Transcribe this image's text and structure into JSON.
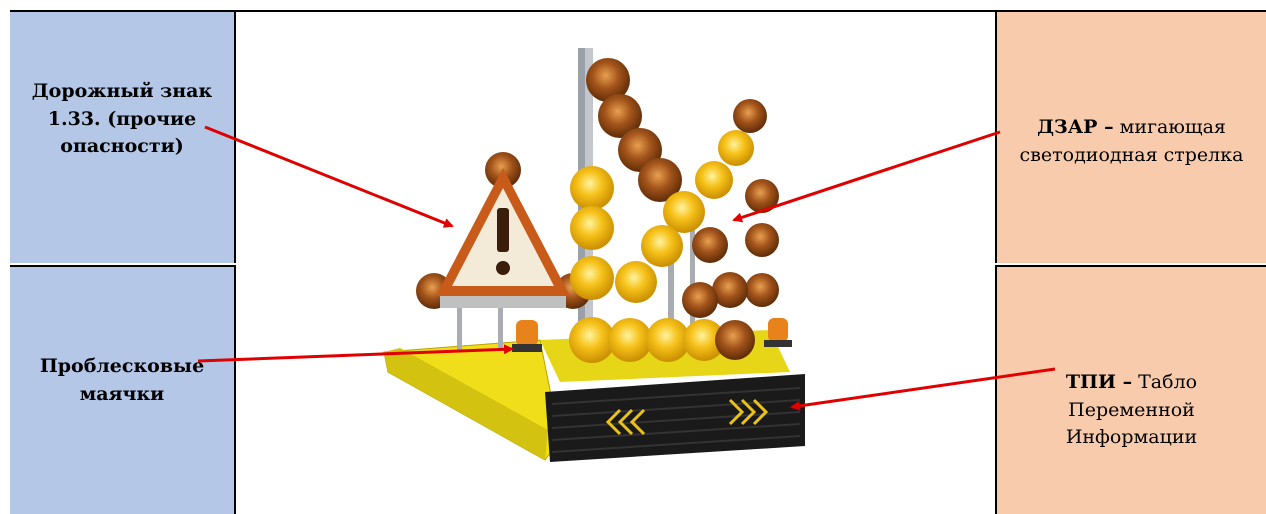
{
  "labels": {
    "sign": {
      "bold": "Дорожный знак 1.33. (прочие опасности)"
    },
    "beacons": {
      "bold": "Проблесковые маячки"
    },
    "dzar": {
      "bold": "ДЗАР –",
      "rest": "мигающая светодиодная стрелка"
    },
    "tpi": {
      "bold": "ТПИ –",
      "rest": "Табло Переменной Информации"
    }
  },
  "icons": {
    "sign": "warning-triangle-exclamation",
    "device": "mobile-signal-trailer",
    "arrows": "red-annotation-arrows"
  },
  "colors": {
    "left_panel": "#b4c7e7",
    "right_panel": "#f8cbad",
    "arrow": "#e00000",
    "lamp": "#f2b50f",
    "trailer": "#f3e51c"
  }
}
